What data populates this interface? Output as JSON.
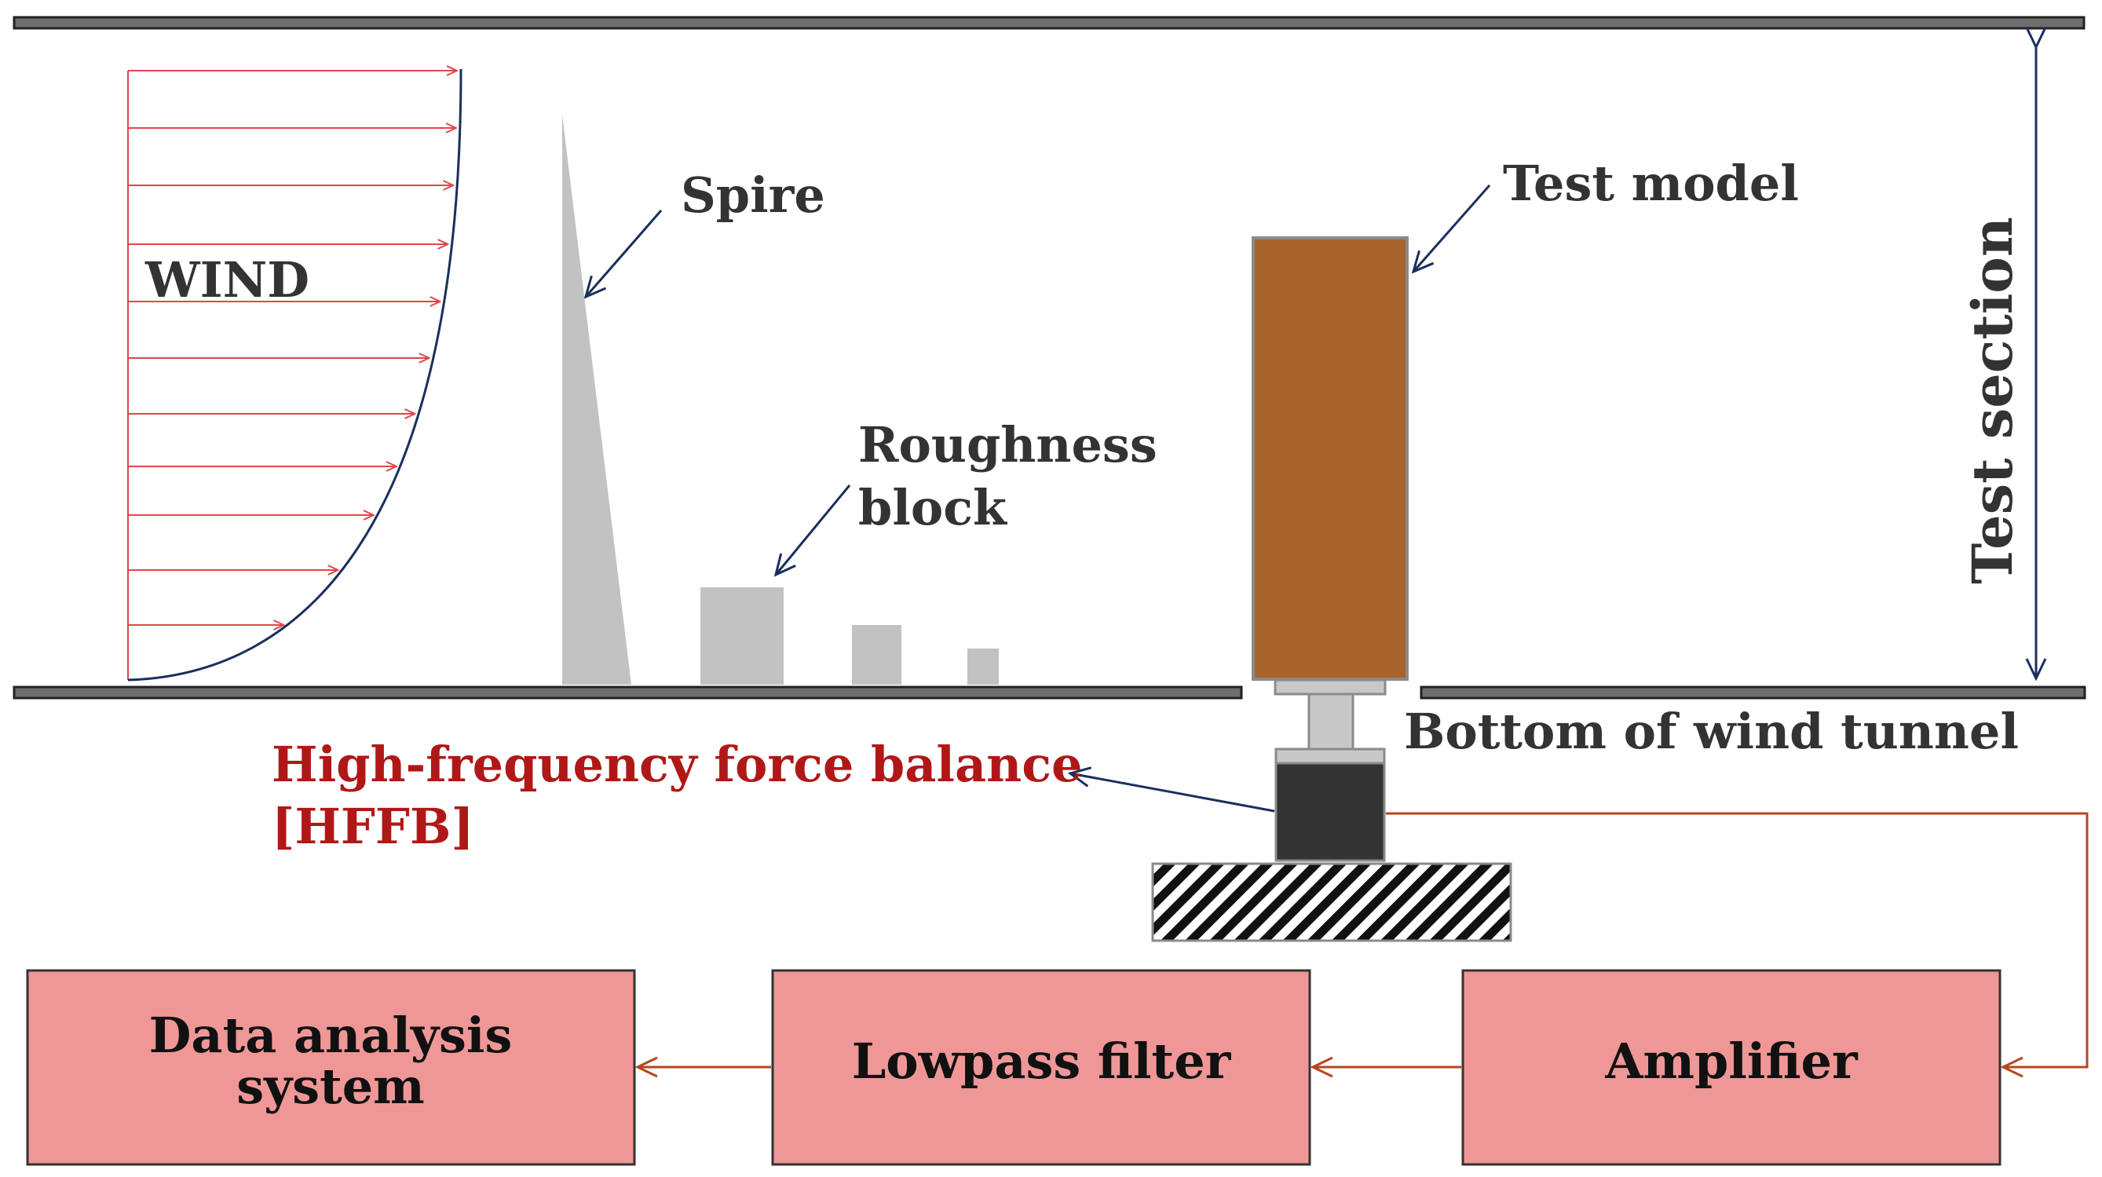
{
  "labels": {
    "wind": "WIND",
    "spire": "Spire",
    "roughness_line1": "Roughness",
    "roughness_line2": "block",
    "test_model": "Test model",
    "test_section": "Test section",
    "bottom_of_tunnel": "Bottom of wind tunnel",
    "hffb_line1": "High-frequency force balance",
    "hffb_line2": "[HFFB]"
  },
  "boxes": {
    "data_analysis_line1": "Data analysis",
    "data_analysis_line2": "system",
    "lowpass_filter": "Lowpass filter",
    "amplifier": "Amplifier"
  },
  "colors": {
    "wall": "#6e6e6e",
    "wind_arrow": "#e0464a",
    "profile_curve": "#1a2f5c",
    "spire": "#c2c2c2",
    "model": "#a8632c",
    "balance": "#333333",
    "signal": "#b5471d",
    "box_fill": "#ef9797",
    "hffb_text": "#b01818"
  }
}
